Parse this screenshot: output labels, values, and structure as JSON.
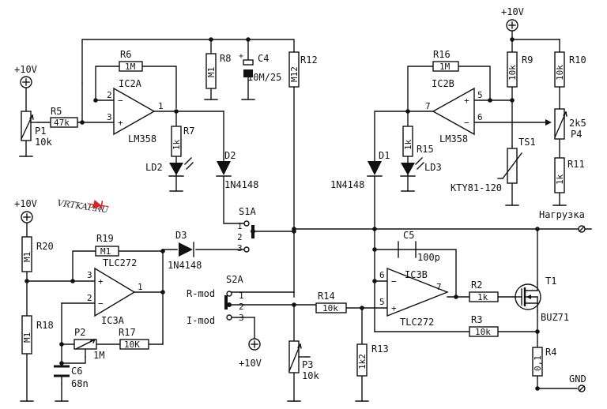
{
  "supply": {
    "p1": "+10V",
    "p2": "+10V",
    "p3": "+10V",
    "p4": "+10V"
  },
  "opamps": {
    "ic2a": {
      "ref": "IC2A",
      "part": "LM358",
      "pin_inv": "2",
      "pin_noninv": "3",
      "pin_out": "1"
    },
    "ic2b": {
      "ref": "IC2B",
      "part": "LM358",
      "pin_inv": "6",
      "pin_noninv": "5",
      "pin_out": "7"
    },
    "ic3a": {
      "ref": "IC3A",
      "part": "TLC272",
      "pin_inv": "2",
      "pin_noninv": "3",
      "pin_out": "1"
    },
    "ic3b": {
      "ref": "IC3B",
      "part": "TLC272",
      "pin_inv": "6",
      "pin_noninv": "5",
      "pin_out": "7"
    }
  },
  "resistors": {
    "r2": {
      "ref": "R2",
      "value": "1k"
    },
    "r3": {
      "ref": "R3",
      "value": "10k"
    },
    "r4": {
      "ref": "R4",
      "value": "0,1"
    },
    "r5": {
      "ref": "R5",
      "value": "47k"
    },
    "r6": {
      "ref": "R6",
      "value": "1M"
    },
    "r7": {
      "ref": "R7",
      "value": "1k"
    },
    "r8": {
      "ref": "R8",
      "value": "M1"
    },
    "r9": {
      "ref": "R9",
      "value": "10k"
    },
    "r10": {
      "ref": "R10",
      "value": "10k"
    },
    "r11": {
      "ref": "R11",
      "value": "1k"
    },
    "r12": {
      "ref": "R12",
      "value": "M12"
    },
    "r13": {
      "ref": "R13",
      "value": "1k2"
    },
    "r14": {
      "ref": "R14",
      "value": "10k"
    },
    "r15": {
      "ref": "R15",
      "value": "1k"
    },
    "r16": {
      "ref": "R16",
      "value": "1M"
    },
    "r17": {
      "ref": "R17",
      "value": "10K"
    },
    "r18": {
      "ref": "R18",
      "value": "M1"
    },
    "r19": {
      "ref": "R19",
      "value": "M1"
    },
    "r20": {
      "ref": "R20",
      "value": "M1"
    }
  },
  "pots": {
    "p1": {
      "ref": "P1",
      "value": "10k"
    },
    "p2": {
      "ref": "P2",
      "value": "1M"
    },
    "p3": {
      "ref": "P3",
      "value": "10k"
    },
    "p4": {
      "ref": "P4",
      "value": "2k5"
    }
  },
  "capacitors": {
    "c4": {
      "ref": "C4",
      "value": "10M/25"
    },
    "c5": {
      "ref": "C5",
      "value": "100p"
    },
    "c6": {
      "ref": "C6",
      "value": "68n"
    }
  },
  "diodes": {
    "d1": {
      "ref": "D1",
      "value": "1N4148"
    },
    "d2": {
      "ref": "D2",
      "value": "1N4148"
    },
    "d3": {
      "ref": "D3",
      "value": "1N4148"
    },
    "ld2": {
      "ref": "LD2"
    },
    "ld3": {
      "ref": "LD3"
    }
  },
  "sensor": {
    "ref": "TS1",
    "value": "KTY81-120"
  },
  "transistor": {
    "ref": "T1",
    "value": "BUZ71"
  },
  "switches": {
    "s1a": {
      "ref": "S1A",
      "pin1": "1",
      "pin2": "2",
      "pin3": "3"
    },
    "s2a": {
      "ref": "S2A",
      "pin1": "1",
      "pin2": "2",
      "pin3": "3",
      "label_r": "R-mod",
      "label_i": "I-mod"
    }
  },
  "terminals": {
    "load": "Нагрузка",
    "gnd": "GND"
  },
  "watermark": "VRTKAP.RU"
}
